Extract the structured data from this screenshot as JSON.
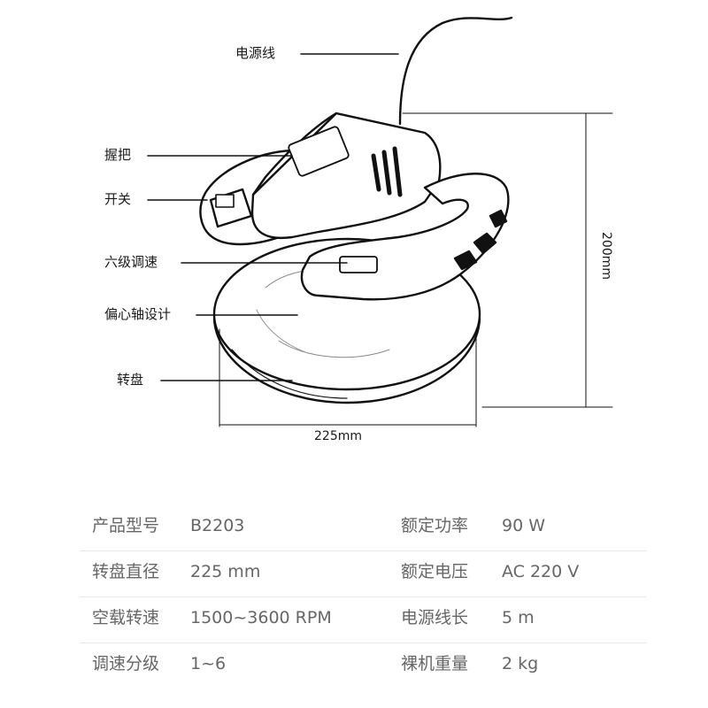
{
  "diagram": {
    "callouts": {
      "power_cord": "电源线",
      "grip": "握把",
      "switch": "开关",
      "speed_control": "六级调速",
      "eccentric_axis": "偏心轴设计",
      "turntable": "转盘"
    },
    "dimensions": {
      "height": "200mm",
      "width": "225mm"
    }
  },
  "specs": {
    "rows": [
      {
        "left_label": "产品型号",
        "left_value": "B2203",
        "right_label": "额定功率",
        "right_value": "90 W"
      },
      {
        "left_label": "转盘直径",
        "left_value": "225 mm",
        "right_label": "额定电压",
        "right_value": "AC 220 V"
      },
      {
        "left_label": "空载转速",
        "left_value": "1500~3600 RPM",
        "right_label": "电源线长",
        "right_value": "5 m"
      },
      {
        "left_label": "调速分级",
        "left_value": "1~6",
        "right_label": "裸机重量",
        "right_value": "2 kg"
      }
    ]
  }
}
